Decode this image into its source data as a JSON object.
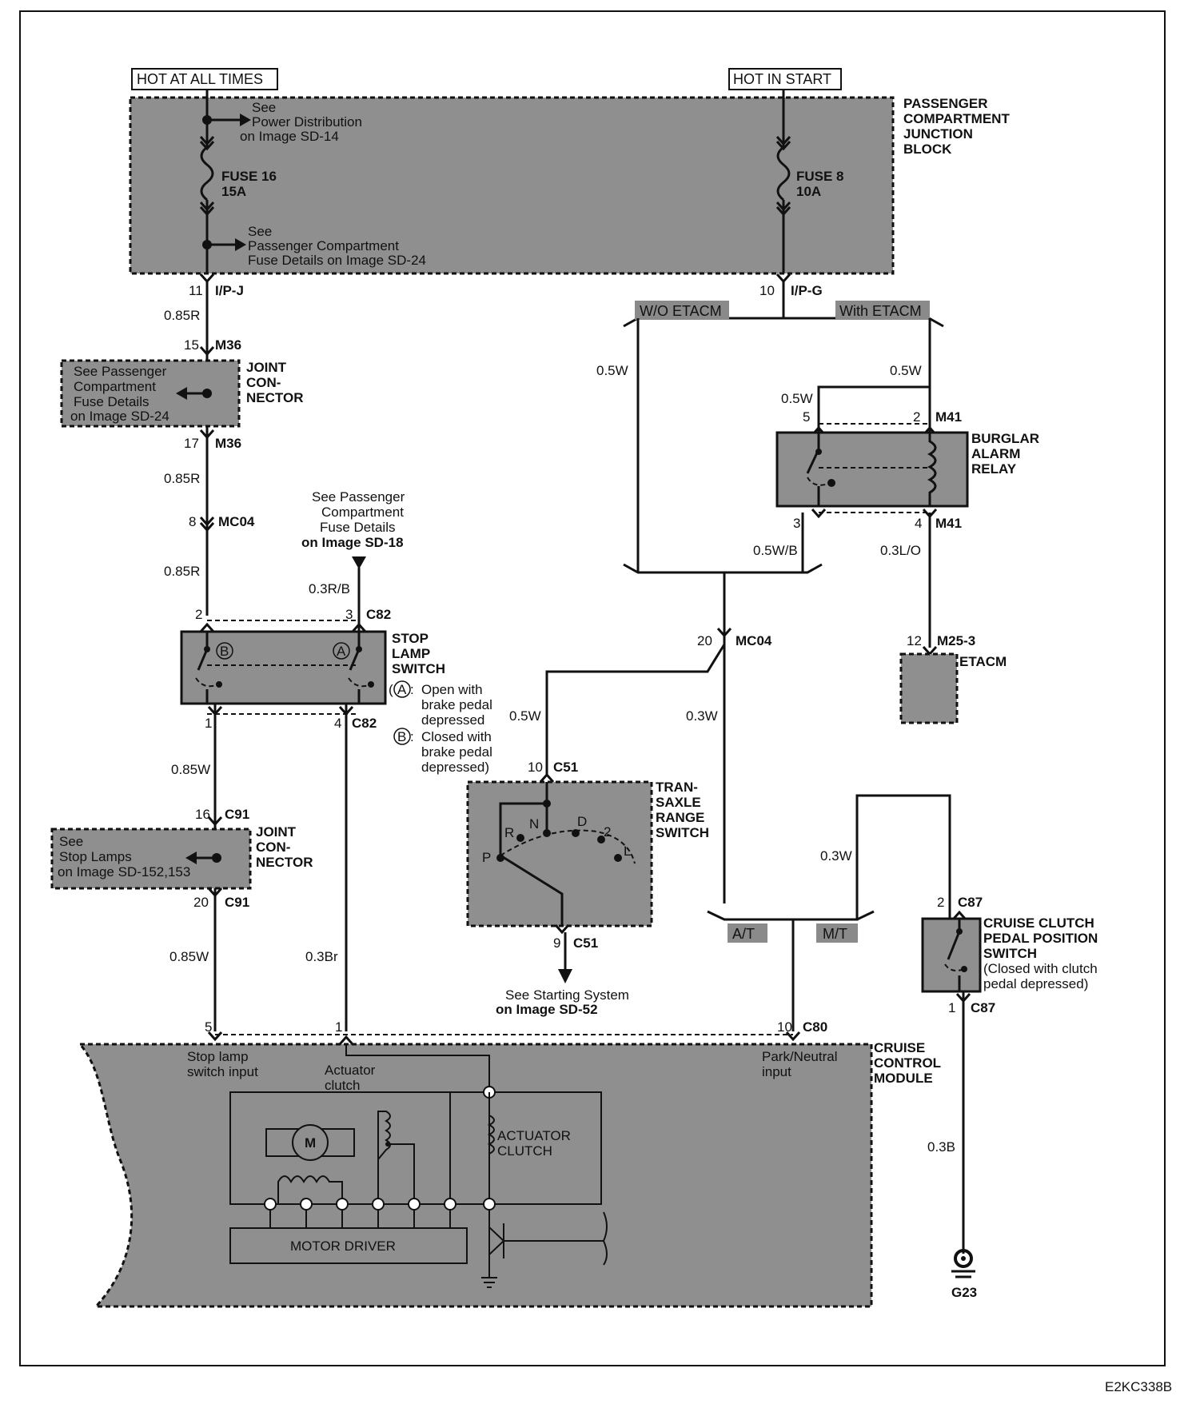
{
  "power": {
    "hot_all": "HOT AT ALL TIMES",
    "hot_start": "HOT IN START"
  },
  "pcjb": {
    "title": [
      "PASSENGER",
      "COMPARTMENT",
      "JUNCTION",
      "BLOCK"
    ],
    "see_power": [
      "See",
      "Power Distribution",
      "on Image SD-14"
    ],
    "fuse16": [
      "FUSE 16",
      "15A"
    ],
    "see_fuse_details": [
      "See",
      "Passenger Compartment",
      "Fuse Details on Image SD-24"
    ],
    "fuse8": [
      "FUSE 8",
      "10A"
    ]
  },
  "connectors": {
    "ipj": {
      "pin": "11",
      "name": "I/P-J"
    },
    "ipg": {
      "pin": "10",
      "name": "I/P-G"
    },
    "m36_top": {
      "pin": "15",
      "name": "M36"
    },
    "m36_bot": {
      "pin": "17",
      "name": "M36"
    },
    "mc04_a": {
      "pin": "8",
      "name": "MC04"
    },
    "c82_2": {
      "pin": "2"
    },
    "c82_3": {
      "pin": "3",
      "name": "C82"
    },
    "c82_1": {
      "pin": "1"
    },
    "c82_4": {
      "pin": "4",
      "name": "C82"
    },
    "c91_16": {
      "pin": "16",
      "name": "C91"
    },
    "c91_20": {
      "pin": "20",
      "name": "C91"
    },
    "m41_5": {
      "pin": "5"
    },
    "m41_2": {
      "pin": "2",
      "name": "M41"
    },
    "m41_3": {
      "pin": "3"
    },
    "m41_4": {
      "pin": "4",
      "name": "M41"
    },
    "m25": {
      "pin": "12",
      "name": "M25-3"
    },
    "mc04_b": {
      "pin": "20",
      "name": "MC04"
    },
    "c51_10": {
      "pin": "10",
      "name": "C51"
    },
    "c51_9": {
      "pin": "9",
      "name": "C51"
    },
    "c87_2": {
      "pin": "2",
      "name": "C87"
    },
    "c87_1": {
      "pin": "1",
      "name": "C87"
    },
    "cm_5": {
      "pin": "5"
    },
    "cm_1": {
      "pin": "1"
    },
    "cm_10": {
      "pin": "10",
      "name": "C80"
    }
  },
  "wires": {
    "w085r_1": "0.85R",
    "w085r_2": "0.85R",
    "w085r_3": "0.85R",
    "w03rb": "0.3R/B",
    "w085w_1": "0.85W",
    "w085w_2": "0.85W",
    "w03br": "0.3Br",
    "w05w_l": "0.5W",
    "w05w_r": "0.5W",
    "w05w_relay": "0.5W",
    "w05wb": "0.5W/B",
    "w03lo": "0.3L/O",
    "w05w_c51": "0.5W",
    "w03w_mc04": "0.3W",
    "w03w_c87": "0.3W",
    "w03b": "0.3B"
  },
  "tags": {
    "wo_etacm": "W/O ETACM",
    "with_etacm": "With ETACM",
    "at": "A/T",
    "mt": "M/T"
  },
  "joint1": {
    "see": [
      "See Passenger",
      "Compartment",
      "Fuse Details",
      "on Image SD-24"
    ],
    "title": [
      "JOINT",
      "CON-",
      "NECTOR"
    ]
  },
  "joint2": {
    "see": [
      "See",
      "Stop Lamps",
      "on Image SD-152,153"
    ],
    "title": [
      "JOINT",
      "CON-",
      "NECTOR"
    ]
  },
  "stop_lamp": {
    "title": [
      "STOP",
      "LAMP",
      "SWITCH"
    ],
    "see": [
      "See Passenger",
      "Compartment",
      "Fuse Details",
      "on Image SD-18"
    ],
    "a": "A",
    "b": "B",
    "note_a": [
      "Open with",
      "brake pedal",
      "depressed"
    ],
    "note_b": [
      "Closed with",
      "brake pedal",
      "depressed)"
    ],
    "note_a_prefix": "(",
    "note_colon": ":"
  },
  "relay": {
    "title": [
      "BURGLAR",
      "ALARM",
      "RELAY"
    ]
  },
  "etacm": {
    "title": "ETACM"
  },
  "transaxle": {
    "title": [
      "TRAN-",
      "SAXLE",
      "RANGE",
      "SWITCH"
    ],
    "positions": [
      "P",
      "R",
      "N",
      "D",
      "2",
      "L"
    ],
    "see": [
      "See Starting System",
      "on Image SD-52"
    ]
  },
  "clutch": {
    "title": [
      "CRUISE CLUTCH",
      "PEDAL POSITION",
      "SWITCH"
    ],
    "note": [
      "(Closed with clutch",
      "pedal depressed)"
    ]
  },
  "module": {
    "title": [
      "CRUISE",
      "CONTROL",
      "MODULE"
    ],
    "stop_input": [
      "Stop lamp",
      "switch input"
    ],
    "actuator_input": [
      "Actuator",
      "clutch"
    ],
    "park_input": [
      "Park/Neutral",
      "input"
    ],
    "motor": "M",
    "actuator_clutch": [
      "ACTUATOR",
      "CLUTCH"
    ],
    "motor_driver": "MOTOR DRIVER"
  },
  "ground": "G23",
  "code": "E2KC338B"
}
